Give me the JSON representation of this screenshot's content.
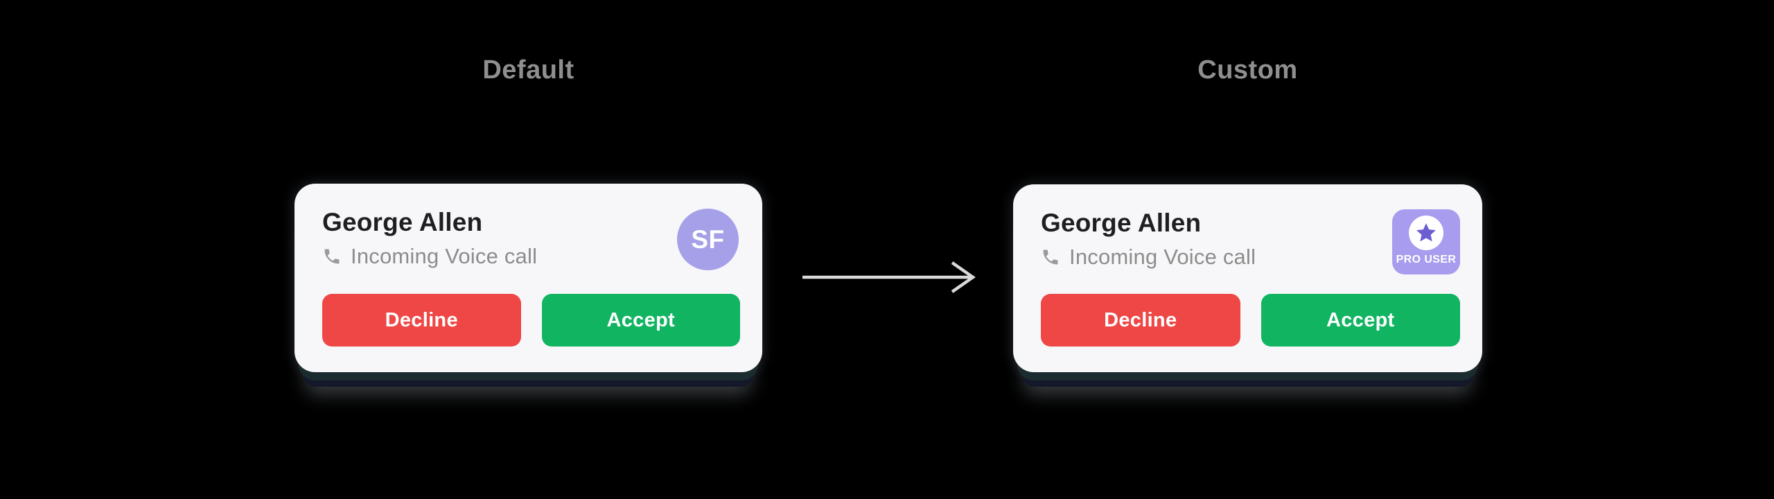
{
  "page": {
    "background": "#000000"
  },
  "sections": {
    "default": {
      "title": "Default"
    },
    "custom": {
      "title": "Custom"
    }
  },
  "call_card": {
    "caller_name": "George Allen",
    "call_status": "Incoming Voice call",
    "actions": {
      "decline": "Decline",
      "accept": "Accept"
    }
  },
  "default_variant": {
    "avatar_initials": "SF"
  },
  "custom_variant": {
    "badge_label": "PRO USER"
  },
  "icons": {
    "phone": "phone-handset",
    "star": "star",
    "arrow": "arrow-right"
  },
  "colors": {
    "card_background": "#f7f7f9",
    "caller_name_text": "#1f1f23",
    "secondary_text": "#8c8c8c",
    "section_title_text": "#8f8f8f",
    "decline_button": "#ee4746",
    "accept_button": "#10b461",
    "avatar_purple": "#a6a0e8",
    "badge_purple": "#a79ced",
    "star_purple": "#6c5ed2",
    "arrow_gray": "#d9d9d9",
    "button_text": "#ffffff"
  }
}
